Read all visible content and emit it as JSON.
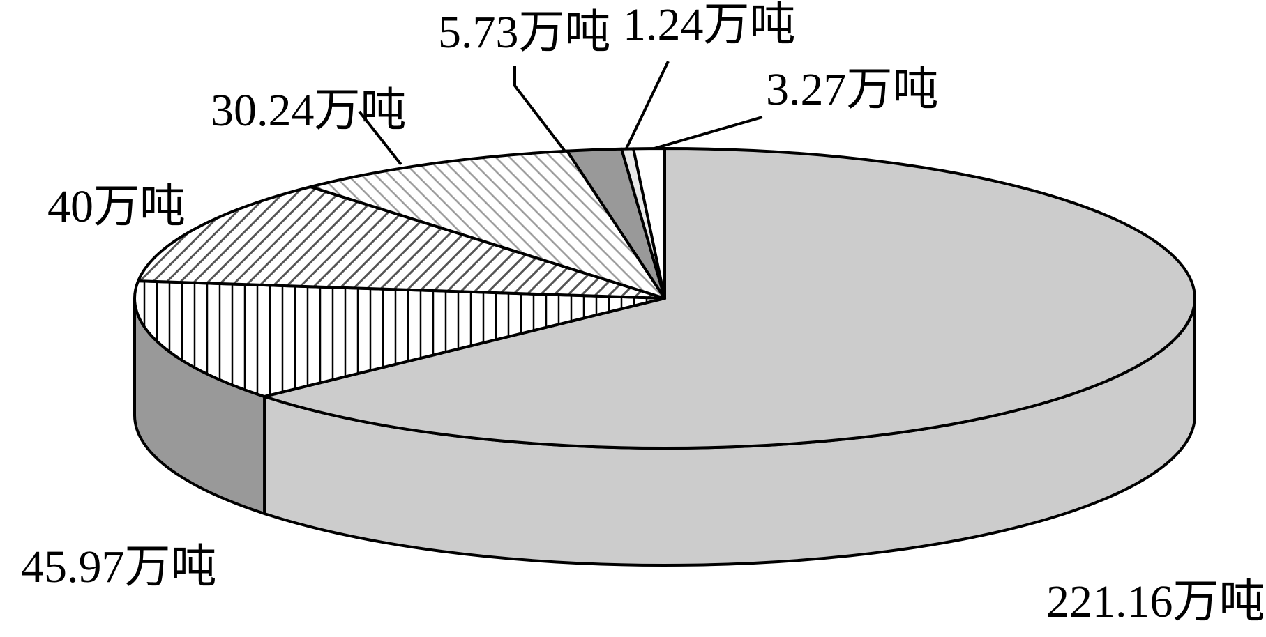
{
  "chart_data": {
    "type": "pie",
    "style": "3d",
    "start": "12 o'clock",
    "direction": "clockwise",
    "slices": [
      {
        "label": "221.16万吨",
        "value": 221.16,
        "fill": "#cccccc",
        "pattern": "solid"
      },
      {
        "label": "45.97万吨",
        "value": 45.97,
        "fill": "#999999",
        "pattern": "vertical-lines"
      },
      {
        "label": "40万吨",
        "value": 40,
        "fill": "#ffffff",
        "pattern": "diagonal-lines-dense"
      },
      {
        "label": "30.24万吨",
        "value": 30.24,
        "fill": "#ffffff",
        "pattern": "diagonal-lines-light"
      },
      {
        "label": "5.73万吨",
        "value": 5.73,
        "fill": "#999999",
        "pattern": "solid"
      },
      {
        "label": "1.24万吨",
        "value": 1.24,
        "fill": "#e8e8e8",
        "pattern": "solid"
      },
      {
        "label": "3.27万吨",
        "value": 3.27,
        "fill": "#ffffff",
        "pattern": "solid"
      }
    ]
  }
}
